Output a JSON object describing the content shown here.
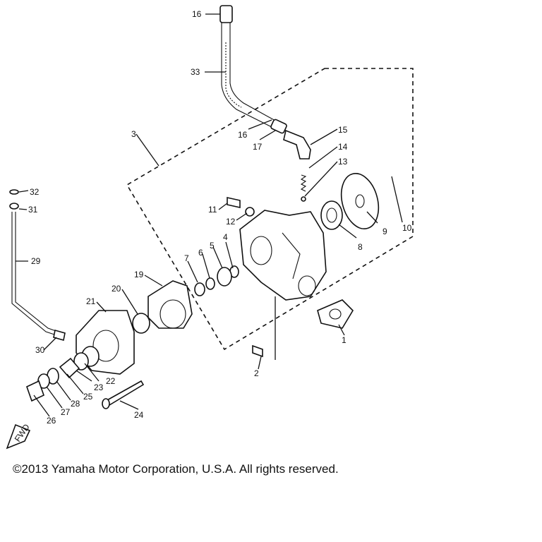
{
  "callouts": {
    "c1": "1",
    "c2": "2",
    "c3": "3",
    "c4": "4",
    "c5": "5",
    "c6": "6",
    "c7": "7",
    "c8": "8",
    "c9": "9",
    "c10": "10",
    "c11": "11",
    "c12": "12",
    "c13": "13",
    "c14": "14",
    "c15": "15",
    "c16a": "16",
    "c16b": "16",
    "c17": "17",
    "c19": "19",
    "c20": "20",
    "c21": "21",
    "c22": "22",
    "c23": "23",
    "c24": "24",
    "c25": "25",
    "c26": "26",
    "c27": "27",
    "c28": "28",
    "c29": "29",
    "c30": "30",
    "c31": "31",
    "c32": "32",
    "c33": "33"
  },
  "fwd_label": "FWD",
  "copyright": "©2013 Yamaha Motor Corporation, U.S.A. All rights reserved."
}
